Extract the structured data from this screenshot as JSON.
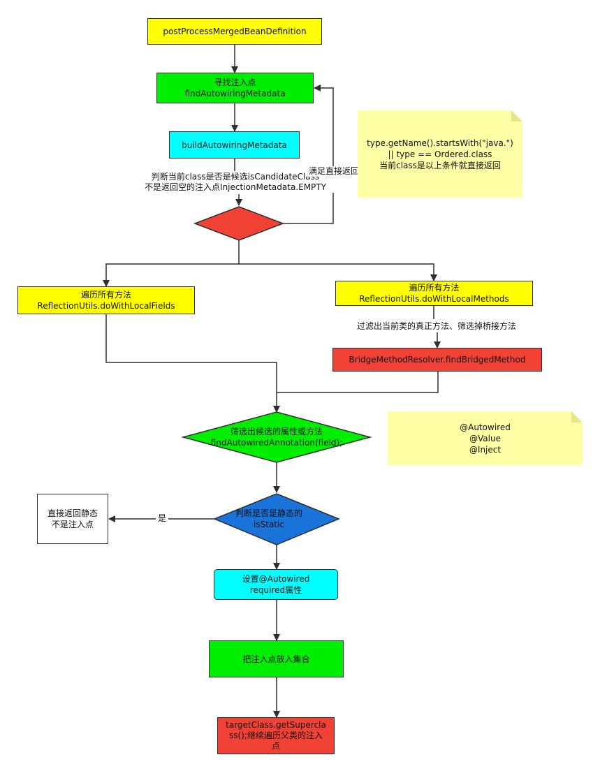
{
  "nodes": {
    "start": "postProcessMergedBeanDefinition",
    "find_metadata": "寻找注入点\nfindAutowiringMetadata",
    "build_metadata": "buildAutowiringMetadata",
    "local_fields": "遍历所有方法\nReflectionUtils.doWithLocalFields",
    "local_methods": "遍历所有方法\nReflectionUtils.doWithLocalMethods",
    "bridge": "BridgeMethodResolver.findBridgedMethod",
    "filter_candidates": "筛选出候选的属性或方法\nfindAutowiredAnnotation(field);",
    "is_static": "判断是否是静态的\nisStatic",
    "return_static": "直接返回静态\n不是注入点",
    "set_required": "设置@Autowired\nrequired属性",
    "add_to_set": "把注入点放入集合",
    "superclass": "targetClass.getSupercla\nss();继续遍历父类的注入\n点"
  },
  "edge_labels": {
    "candidate_check": "判断当前class是否是候选isCandidateClass\n不是返回空的注入点InjectionMetadata.EMPTY",
    "satisfied_return": "满足直接返回",
    "filter_bridge": "过滤出当前类的真正方法、筛选掉桥接方法",
    "yes": "是"
  },
  "notes": {
    "class_check": "type.getName().startsWith(\"java.\")\n|| type == Ordered.class\n当前class是以上条件就直接返回",
    "annotations": "@Autowired\n@Value\n@Inject"
  },
  "colors": {
    "yellow": "#ffff00",
    "green": "#00ee00",
    "cyan": "#00ffff",
    "red": "#f24236",
    "blue": "#1a73d9",
    "note": "#ffffa6"
  }
}
